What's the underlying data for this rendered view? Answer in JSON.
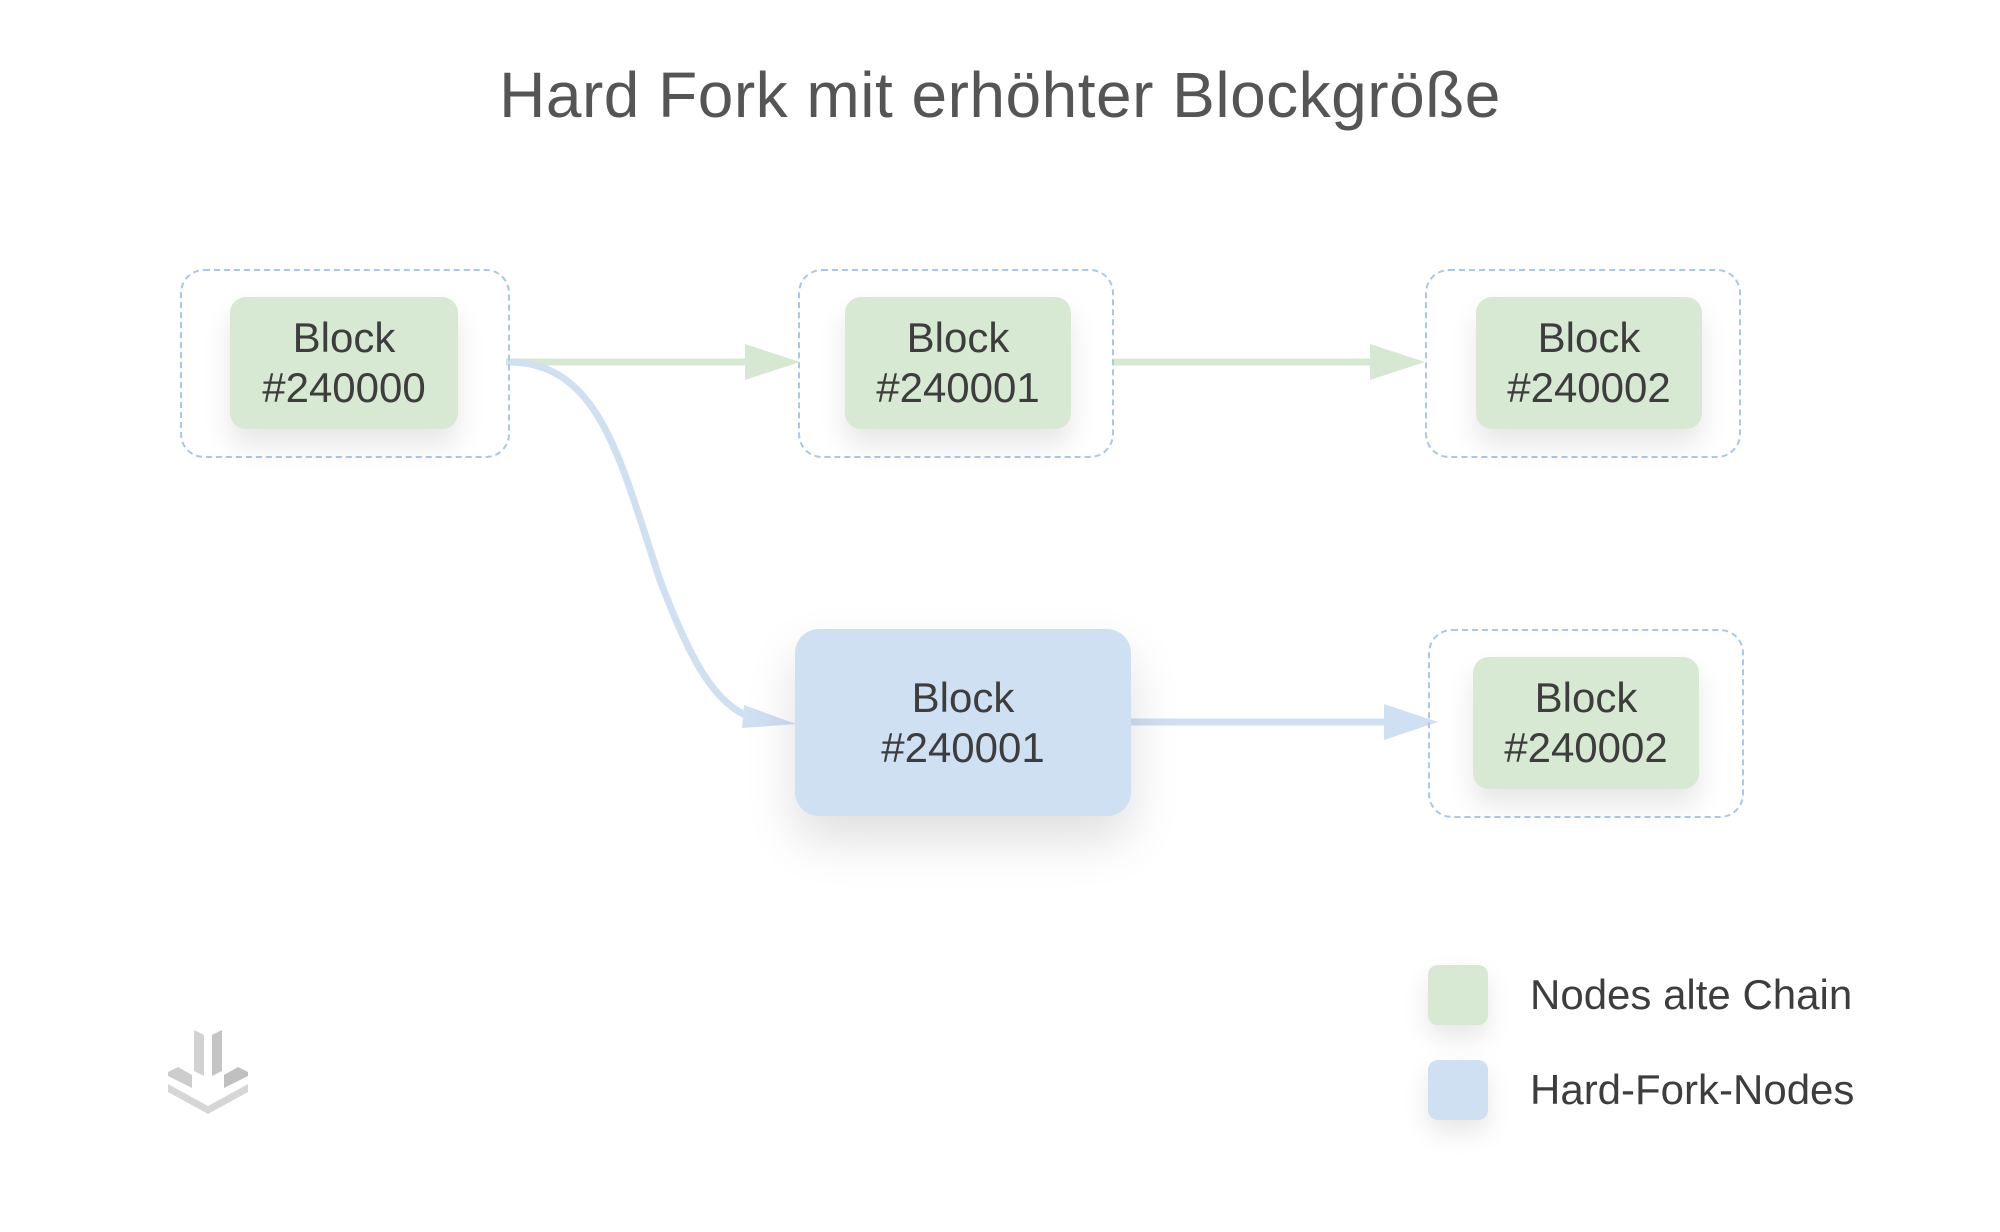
{
  "title": "Hard Fork mit erhöhter Blockgröße",
  "colors": {
    "old_chain": "#d7e8d3",
    "hard_fork": "#cfe0f2",
    "old_edge": "#d6e8d2",
    "fork_edge": "#cfe0f2",
    "dashed_border": "#a9c8e8"
  },
  "blocks": {
    "genesis": {
      "line1": "Block",
      "line2": "#240000",
      "chain": "old"
    },
    "old_1": {
      "line1": "Block",
      "line2": "#240001",
      "chain": "old"
    },
    "old_2": {
      "line1": "Block",
      "line2": "#240002",
      "chain": "old"
    },
    "fork_1": {
      "line1": "Block",
      "line2": "#240001",
      "chain": "hard-fork"
    },
    "fork_2": {
      "line1": "Block",
      "line2": "#240002",
      "chain": "old"
    }
  },
  "edges": [
    {
      "from": "genesis",
      "to": "old_1",
      "chain": "old"
    },
    {
      "from": "old_1",
      "to": "old_2",
      "chain": "old"
    },
    {
      "from": "genesis",
      "to": "fork_1",
      "chain": "hard-fork"
    },
    {
      "from": "fork_1",
      "to": "fork_2",
      "chain": "hard-fork"
    }
  ],
  "legend": [
    {
      "label": "Nodes alte Chain",
      "color": "#d7e8d3"
    },
    {
      "label": "Hard-Fork-Nodes",
      "color": "#cfe0f2"
    }
  ],
  "logo_icon": "cube-logo-icon"
}
